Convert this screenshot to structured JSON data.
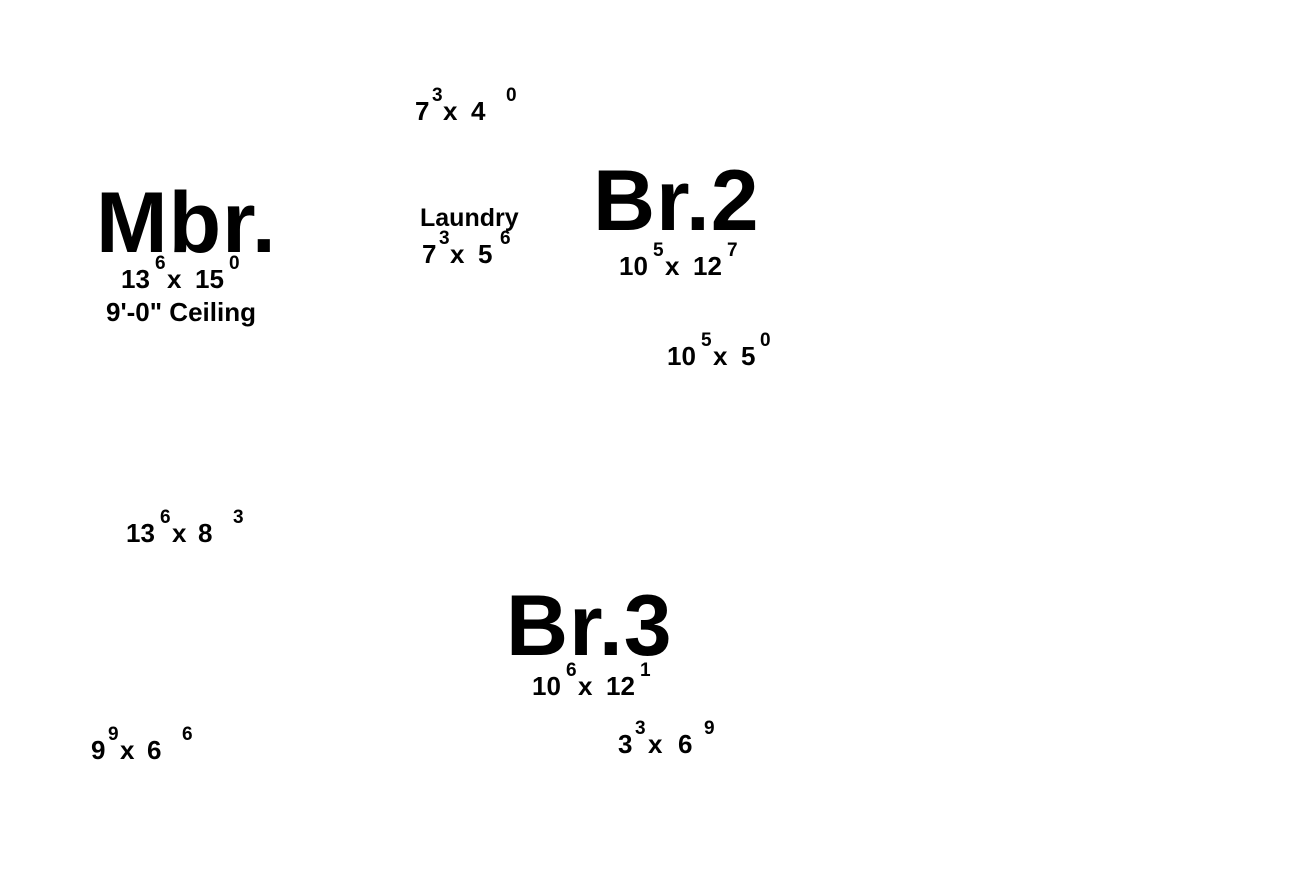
{
  "plan": {
    "mbr": {
      "title": "Mbr.",
      "ceiling": "9'-0\" Ceiling",
      "dim": {
        "w": "13",
        "w_sup": "6",
        "x": "x",
        "l": "15",
        "l_sup": "0"
      }
    },
    "laundry": {
      "name": "Laundry",
      "dim": {
        "w": "7",
        "w_sup": "3",
        "x": "x",
        "l": "5",
        "l_sup": "6"
      }
    },
    "top_room": {
      "dim": {
        "w": "7",
        "w_sup": "3",
        "x": "x",
        "l": "4",
        "l_sup": "0"
      }
    },
    "br2": {
      "title": "Br.2",
      "dim": {
        "w": "10",
        "w_sup": "5",
        "x": "x",
        "l": "12",
        "l_sup": "7"
      }
    },
    "br2_closet": {
      "dim": {
        "w": "10",
        "w_sup": "5",
        "x": "x",
        "l": "5",
        "l_sup": "0"
      }
    },
    "bath": {
      "dim": {
        "w": "13",
        "w_sup": "6",
        "x": "x",
        "l": "8",
        "l_sup": "3"
      }
    },
    "br3": {
      "title": "Br.3",
      "dim": {
        "w": "10",
        "w_sup": "6",
        "x": "x",
        "l": "12",
        "l_sup": "1"
      }
    },
    "br3_closet": {
      "dim": {
        "w": "3",
        "w_sup": "3",
        "x": "x",
        "l": "6",
        "l_sup": "9"
      }
    },
    "hall": {
      "dim": {
        "w": "9",
        "w_sup": "9",
        "x": "x",
        "l": "6",
        "l_sup": "6"
      }
    }
  }
}
